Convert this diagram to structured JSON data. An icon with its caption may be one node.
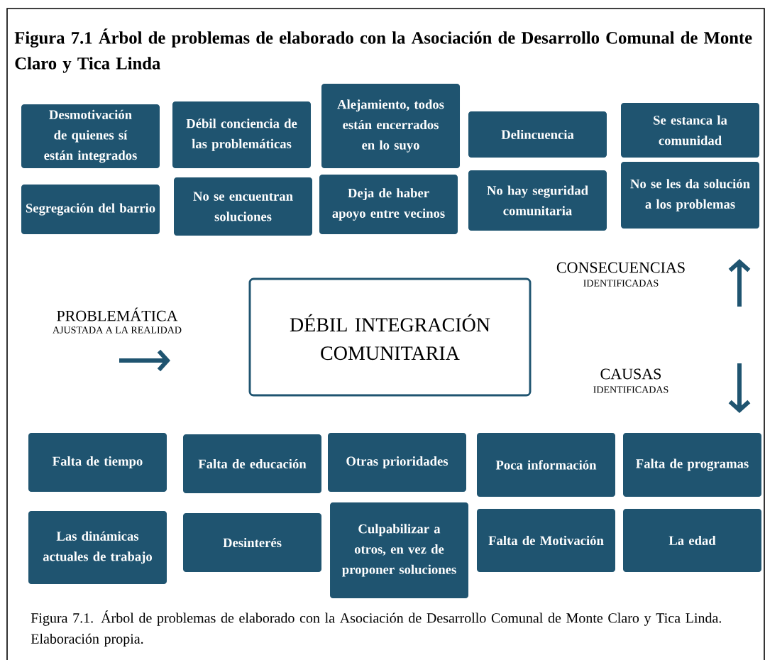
{
  "diagram": {
    "title": "Figura 7.1 Árbol de problemas de elaborado con la Asociación de Desarrollo Comunal de Monte Claro y Tica Linda",
    "caption": "Figura 7.1. Árbol de problemas de elaborado con la Asociación de Desarrollo Comunal de Monte Claro y Tica Linda. Elaboración propia.",
    "nodes": [
      {
        "text": [
          "Desmotivación de quienes sí están integrados"
        ]
      },
      {
        "text": [
          "Débil conciencia de las problemáticas"
        ]
      },
      {
        "text": [
          "Alejamiento, todos están encerrados en lo suyo"
        ]
      },
      {
        "text": [
          "Delincuencia"
        ]
      },
      {
        "text": [
          "Se estanca la comunidad"
        ]
      },
      {
        "text": [
          "Segregación del barrio"
        ]
      },
      {
        "text": [
          "No se encuentran soluciones"
        ]
      },
      {
        "text": [
          "Deja de haber apoyo entre vecinos"
        ]
      },
      {
        "text": [
          "No hay seguridad comunitaria"
        ]
      },
      {
        "text": [
          "No se les da solución a los problemas"
        ]
      },
      {
        "text": [
          "DÉBIL INTEGRACIÓN COMUNITARIA"
        ]
      },
      {
        "text": [
          "Falta de tiempo"
        ]
      },
      {
        "text": [
          "Falta de educación"
        ]
      },
      {
        "text": [
          "Otras prioridades"
        ]
      },
      {
        "text": [
          "Poca información"
        ]
      },
      {
        "text": [
          "Falta de programas"
        ]
      },
      {
        "text": [
          "Las dinámicas actuales de trabajo"
        ]
      },
      {
        "text": [
          "Desinterés"
        ]
      },
      {
        "text": [
          "Culpabilizar a otros, en vez de proponer soluciones"
        ]
      },
      {
        "text": [
          "Falta de Motivación"
        ]
      },
      {
        "text": [
          "La edad"
        ]
      }
    ],
    "labels": [
      "CONSECUENCIAS",
      "IDENTIFICADAS",
      "PROBLEMÁTICA",
      "AJUSTADA A LA REALIDAD",
      "CAUSAS",
      "IDENTIFICADAS"
    ]
  }
}
